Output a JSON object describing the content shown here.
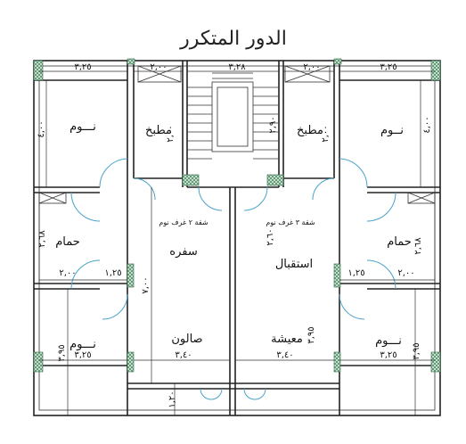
{
  "title": "الدور المتكرر",
  "rooms": {
    "bedroom_top_left": "نـــوم",
    "kitchen_left": "مطبخ",
    "kitchen_right": "مطبخ",
    "bedroom_top_right": "نــوم",
    "bath_left": "حمام",
    "bath_right": "حمام",
    "dining": "سفره",
    "reception": "استقبال",
    "apt2_label": "شقة ٢ غرف نوم",
    "apt3_label": "شقة ٣ غرف نوم",
    "bedroom_bottom_left": "نـــوم",
    "salon": "صالون",
    "living": "معيشة",
    "bedroom_bottom_right": "نـــوم"
  },
  "dimensions": {
    "top_left_width": "٣,٢٥",
    "top_kitchen_left": "٢,٠٠",
    "stair_width": "٣,٢٨",
    "top_kitchen_right": "٢,٠٠",
    "top_right_width": "٣,٢٥",
    "bed_tl_height": "٤,٠٠",
    "kitchen_l_height": "٢,٠٠",
    "stair_side_right": "٢,٩٠",
    "kitchen_r_height": "٢,٠٠",
    "bed_tr_height": "٤,٠٠",
    "bath_l_height": "٢,٦٨",
    "bath_r_height": "٢,٦٨",
    "corridor_r_height": "٢,٦٠",
    "bath_l_width": "٢,٠٠",
    "corr_l_width": "١,٢٥",
    "corr_r_width": "١,٢٥",
    "bath_r_width": "٢,٠٠",
    "dining_height": "٧,٠٠",
    "bed_bl_height": "٣,٩٥",
    "bed_bl_width": "٣,٢٥",
    "salon_width": "٣,٤٠",
    "living_width": "٣,٤٠",
    "living_height": "٣,٩٥",
    "bed_br_width": "٣,٢٥",
    "bed_br_height": "٣,٩٥",
    "balcony_height": "١,٢٠"
  }
}
